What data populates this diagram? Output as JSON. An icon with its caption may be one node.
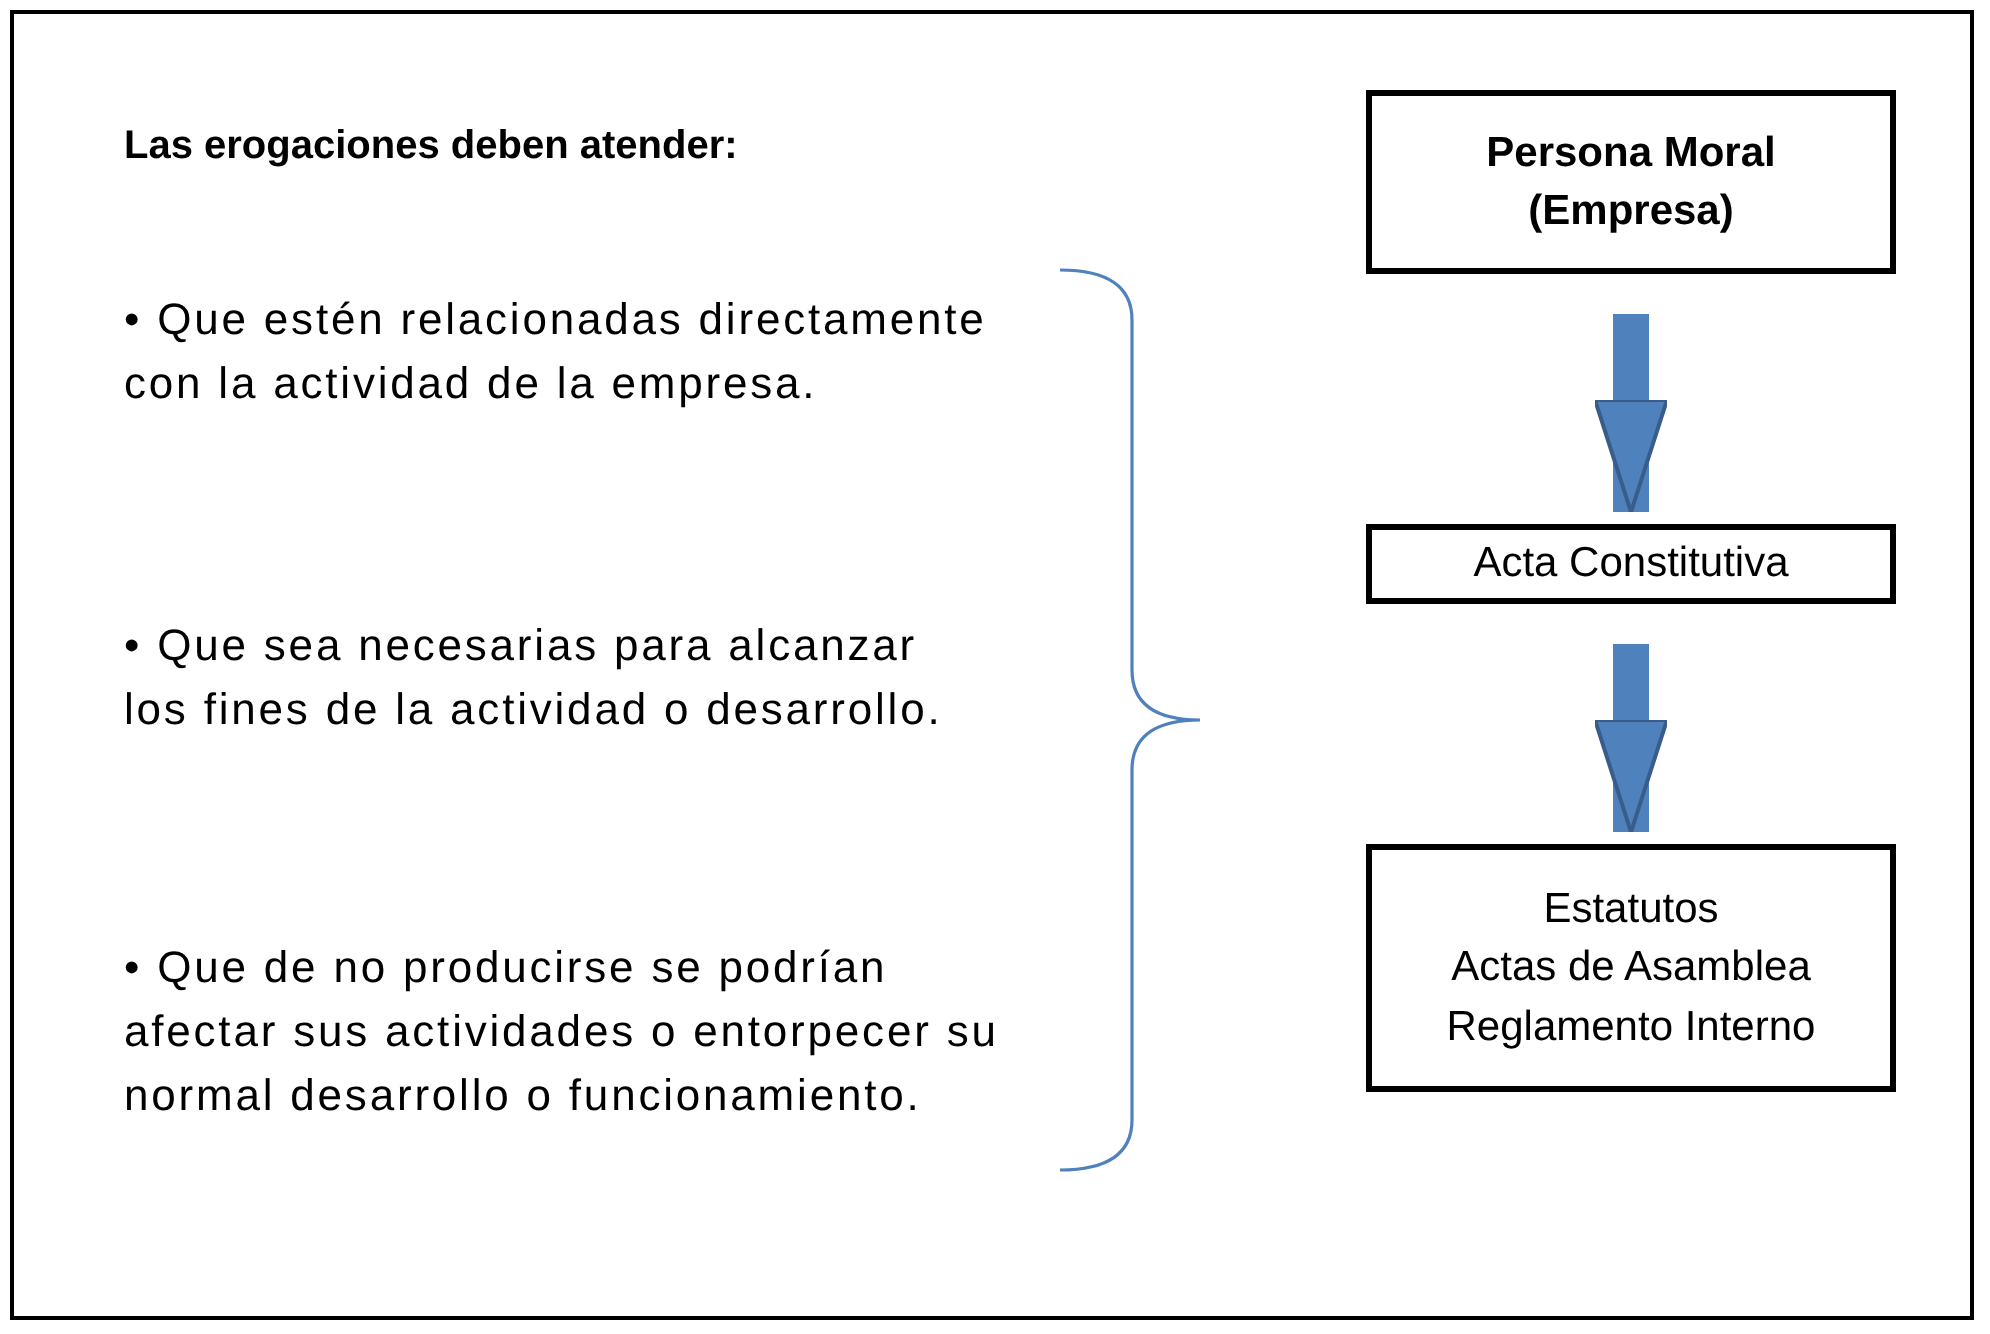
{
  "diagram": {
    "title": "Las erogaciones deben atender:",
    "nodes": [
      {
        "text": [
          "Persona Moral (Empresa)"
        ]
      },
      {
        "text": [
          "Acta Constitutiva"
        ]
      },
      {
        "text": [
          "Estatutos",
          "Actas de Asamblea",
          "Reglamento Interno"
        ]
      }
    ],
    "edges": [
      {
        "from": 0,
        "to": 1,
        "arrow": "to"
      },
      {
        "from": 1,
        "to": 2,
        "arrow": "to"
      }
    ],
    "labels": [
      "• Que estén relacionadas directamente con la actividad de la empresa.",
      "• Que sea necesarias para alcanzar los fines de la actividad o desarrollo.",
      "• Que de no producirse se podrían afectar sus actividades o entorpecer su normal desarrollo o funcionamiento."
    ]
  }
}
